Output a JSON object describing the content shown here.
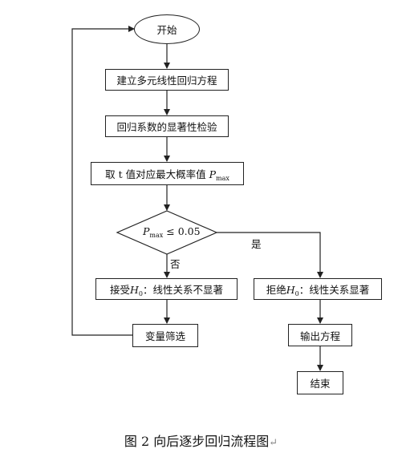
{
  "nodes": {
    "start": "开始",
    "build_model": "建立多元线性回归方程",
    "significance_test": "回归系数的显著性检验",
    "take_max_p_prefix": "取 t 值对应最大概率值 ",
    "p_symbol": "P",
    "p_subscript": "max",
    "decision_cond": "≤ 0.05",
    "accept_prefix": "接受",
    "reject_prefix": "拒绝",
    "h_symbol": "H",
    "h_subscript": "0",
    "accept_suffix": "：线性关系不显著",
    "reject_suffix": "：线性关系显著",
    "variable_selection": "变量筛选",
    "output_equation": "输出方程",
    "end": "结束"
  },
  "edges": {
    "yes_label": "是",
    "no_label": "否"
  },
  "caption": {
    "text": "图 2  向后逐步回归流程图",
    "return_mark": "↵"
  }
}
